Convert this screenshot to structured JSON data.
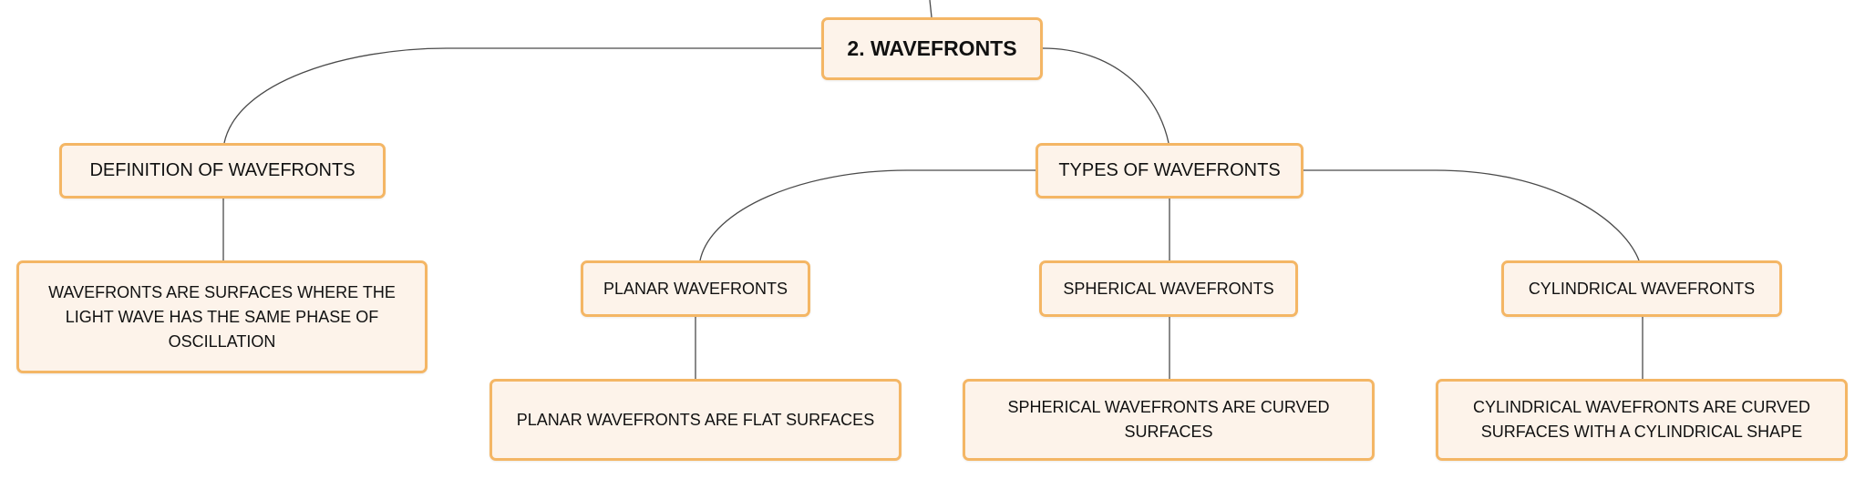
{
  "nodes": {
    "root": "2. WAVEFRONTS",
    "definition": "DEFINITION OF WAVEFRONTS",
    "definition_detail": "WAVEFRONTS ARE SURFACES WHERE THE LIGHT WAVE HAS THE SAME PHASE OF OSCILLATION",
    "types": "TYPES OF WAVEFRONTS",
    "planar": "PLANAR WAVEFRONTS",
    "planar_detail": "PLANAR WAVEFRONTS ARE FLAT SURFACES",
    "spherical": "SPHERICAL WAVEFRONTS",
    "spherical_detail": "SPHERICAL WAVEFRONTS ARE CURVED SURFACES",
    "cylindrical": "CYLINDRICAL WAVEFRONTS",
    "cylindrical_detail": "CYLINDRICAL WAVEFRONTS ARE CURVED SURFACES WITH A CYLINDRICAL SHAPE"
  },
  "colors": {
    "node_fill": "#fdf3ea",
    "node_border": "#f4b665",
    "connector": "#4a4a4a",
    "text": "#111111"
  }
}
